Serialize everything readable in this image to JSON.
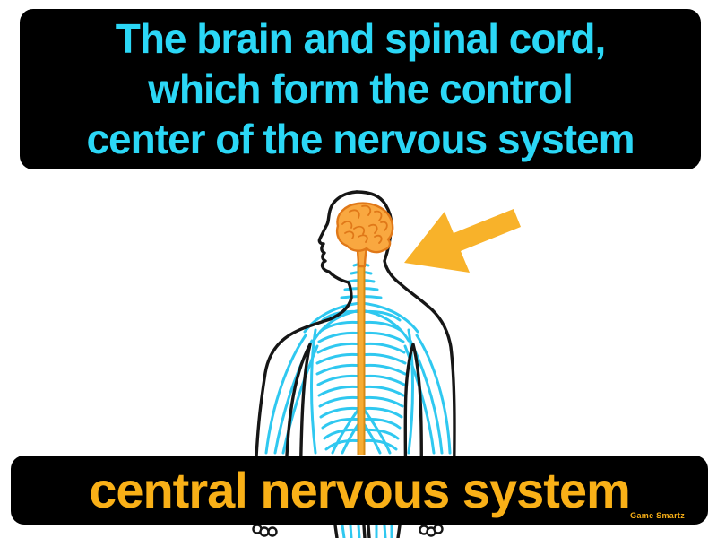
{
  "definition_banner": {
    "lines": [
      "The brain and spinal cord,",
      "which form the control",
      "center of the nervous system"
    ],
    "text_color": "#2BD7F6",
    "background": "#000000"
  },
  "term_banner": {
    "term": "central nervous system",
    "watermark": "Game Smartz",
    "text_color": "#F9B017",
    "background": "#000000"
  },
  "illustration": {
    "description": "Outline of a human body in profile; brain and spinal cord highlighted orange, peripheral nerves cyan, with a gold arrow pointing at the brain and spinal cord",
    "colors": {
      "nerves": "#2FC8F0",
      "brain": "#F9A840",
      "brain_outline": "#E07818",
      "spinal_cord": "#F6AC33",
      "spinal_cord_edge": "#D68A15",
      "body_outline": "#161616",
      "arrow": "#F8B22A"
    }
  }
}
